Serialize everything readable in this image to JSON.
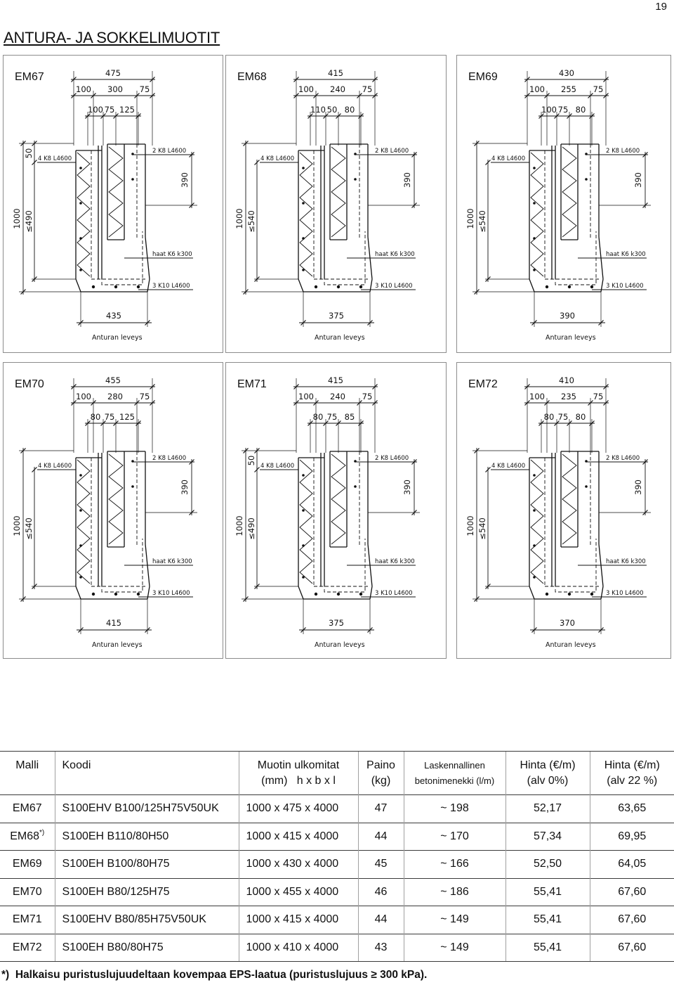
{
  "page": {
    "number": "19",
    "title": "ANTURA- JA SOKKELIMUOTIT"
  },
  "panels": [
    {
      "model": "EM67",
      "dims": {
        "total": "475",
        "chain1": [
          "100",
          "300",
          "75"
        ],
        "chain2": [
          "100",
          "75",
          "125"
        ],
        "height": "1000",
        "wall": "≤490",
        "top": "50",
        "right": "390",
        "footing": "435"
      },
      "rebar": {
        "top_right": "2 K8 L4600",
        "top_left": "4 K8 L4600",
        "stirrups": "haat K6 k300",
        "bottom": "3 K10 L4600"
      },
      "footing_label": "Anturan leveys"
    },
    {
      "model": "EM68",
      "dims": {
        "total": "415",
        "chain1": [
          "100",
          "240",
          "75"
        ],
        "chain2": [
          "110",
          "50",
          "80"
        ],
        "height": "1000",
        "wall": "≤540",
        "right": "390",
        "footing": "375"
      },
      "rebar": {
        "top_right": "2 K8 L4600",
        "top_left": "4 K8 L4600",
        "stirrups": "haat K6 k300",
        "bottom": "3 K10 L4600"
      },
      "footing_label": "Anturan leveys"
    },
    {
      "model": "EM69",
      "dims": {
        "total": "430",
        "chain1": [
          "100",
          "255",
          "75"
        ],
        "chain2": [
          "100",
          "75",
          "80"
        ],
        "height": "1000",
        "wall": "≤540",
        "right": "390",
        "footing": "390"
      },
      "rebar": {
        "top_right": "2 K8 L4600",
        "top_left": "4 K8 L4600",
        "stirrups": "haat K6 k300",
        "bottom": "3 K10 L4600"
      },
      "footing_label": "Anturan leveys"
    },
    {
      "model": "EM70",
      "dims": {
        "total": "455",
        "chain1": [
          "100",
          "280",
          "75"
        ],
        "chain2": [
          "80",
          "75",
          "125"
        ],
        "height": "1000",
        "wall": "≤540",
        "right": "390",
        "footing": "415"
      },
      "rebar": {
        "top_right": "2 K8 L4600",
        "top_left": "4 K8 L4600",
        "stirrups": "haat K6 k300",
        "bottom": "3 K10 L4600"
      },
      "footing_label": "Anturan leveys"
    },
    {
      "model": "EM71",
      "dims": {
        "total": "415",
        "chain1": [
          "100",
          "240",
          "75"
        ],
        "chain2": [
          "80",
          "75",
          "85"
        ],
        "height": "1000",
        "wall": "≤490",
        "top": "50",
        "right": "390",
        "footing": "375"
      },
      "rebar": {
        "top_right": "2 K8 L4600",
        "top_left": "4 K8 L4600",
        "stirrups": "haat K6 k300",
        "bottom": "3 K10 L4600"
      },
      "footing_label": "Anturan leveys"
    },
    {
      "model": "EM72",
      "dims": {
        "total": "410",
        "chain1": [
          "100",
          "235",
          "75"
        ],
        "chain2": [
          "80",
          "75",
          "80"
        ],
        "height": "1000",
        "wall": "≤540",
        "right": "390",
        "footing": "370"
      },
      "rebar": {
        "top_right": "2 K8 L4600",
        "top_left": "4 K8 L4600",
        "stirrups": "haat K6 k300",
        "bottom": "3 K10 L4600"
      },
      "footing_label": "Anturan leveys"
    }
  ],
  "table": {
    "headers": {
      "malli": "Malli",
      "koodi": "Koodi",
      "muotin": [
        "Muotin ulkomitat",
        "(mm)   h x b x l"
      ],
      "paino": [
        "Paino",
        "(kg)"
      ],
      "laskennallinen": [
        "Laskennallinen",
        "betonimenekki (l/m)"
      ],
      "hinta_alv0": [
        "Hinta (€/m)",
        "(alv 0%)"
      ],
      "hinta_alv22": [
        "Hinta (€/m)",
        "(alv 22 %)"
      ]
    },
    "rows": [
      {
        "model": "EM67",
        "code": "S100EHV B100/125H75V50UK",
        "dims": "1000 x 475 x 4000",
        "weight": "47",
        "concrete": "~ 198",
        "price_ex_vat": "52,17",
        "price_inc_vat": "63,65"
      },
      {
        "model": "EM68",
        "note": "*)",
        "code": "S100EH B110/80H50",
        "dims": "1000 x 415 x 4000",
        "weight": "44",
        "concrete": "~ 170",
        "price_ex_vat": "57,34",
        "price_inc_vat": "69,95"
      },
      {
        "model": "EM69",
        "code": "S100EH B100/80H75",
        "dims": "1000 x 430 x 4000",
        "weight": "45",
        "concrete": "~ 166",
        "price_ex_vat": "52,50",
        "price_inc_vat": "64,05"
      },
      {
        "model": "EM70",
        "code": "S100EH B80/125H75",
        "dims": "1000 x 455 x 4000",
        "weight": "46",
        "concrete": "~ 186",
        "price_ex_vat": "55,41",
        "price_inc_vat": "67,60"
      },
      {
        "model": "EM71",
        "code": "S100EHV B80/85H75V50UK",
        "dims": "1000 x 415 x 4000",
        "weight": "44",
        "concrete": "~ 149",
        "price_ex_vat": "55,41",
        "price_inc_vat": "67,60"
      },
      {
        "model": "EM72",
        "code": "S100EH B80/80H75",
        "dims": "1000 x 410 x 4000",
        "weight": "43",
        "concrete": "~ 149",
        "price_ex_vat": "55,41",
        "price_inc_vat": "67,60"
      }
    ]
  },
  "footnote": {
    "marker": "*)",
    "text": "Halkaisu puristuslujuudeltaan kovempaa EPS-laatua (puristuslujuus ≥ 300 kPa)."
  }
}
